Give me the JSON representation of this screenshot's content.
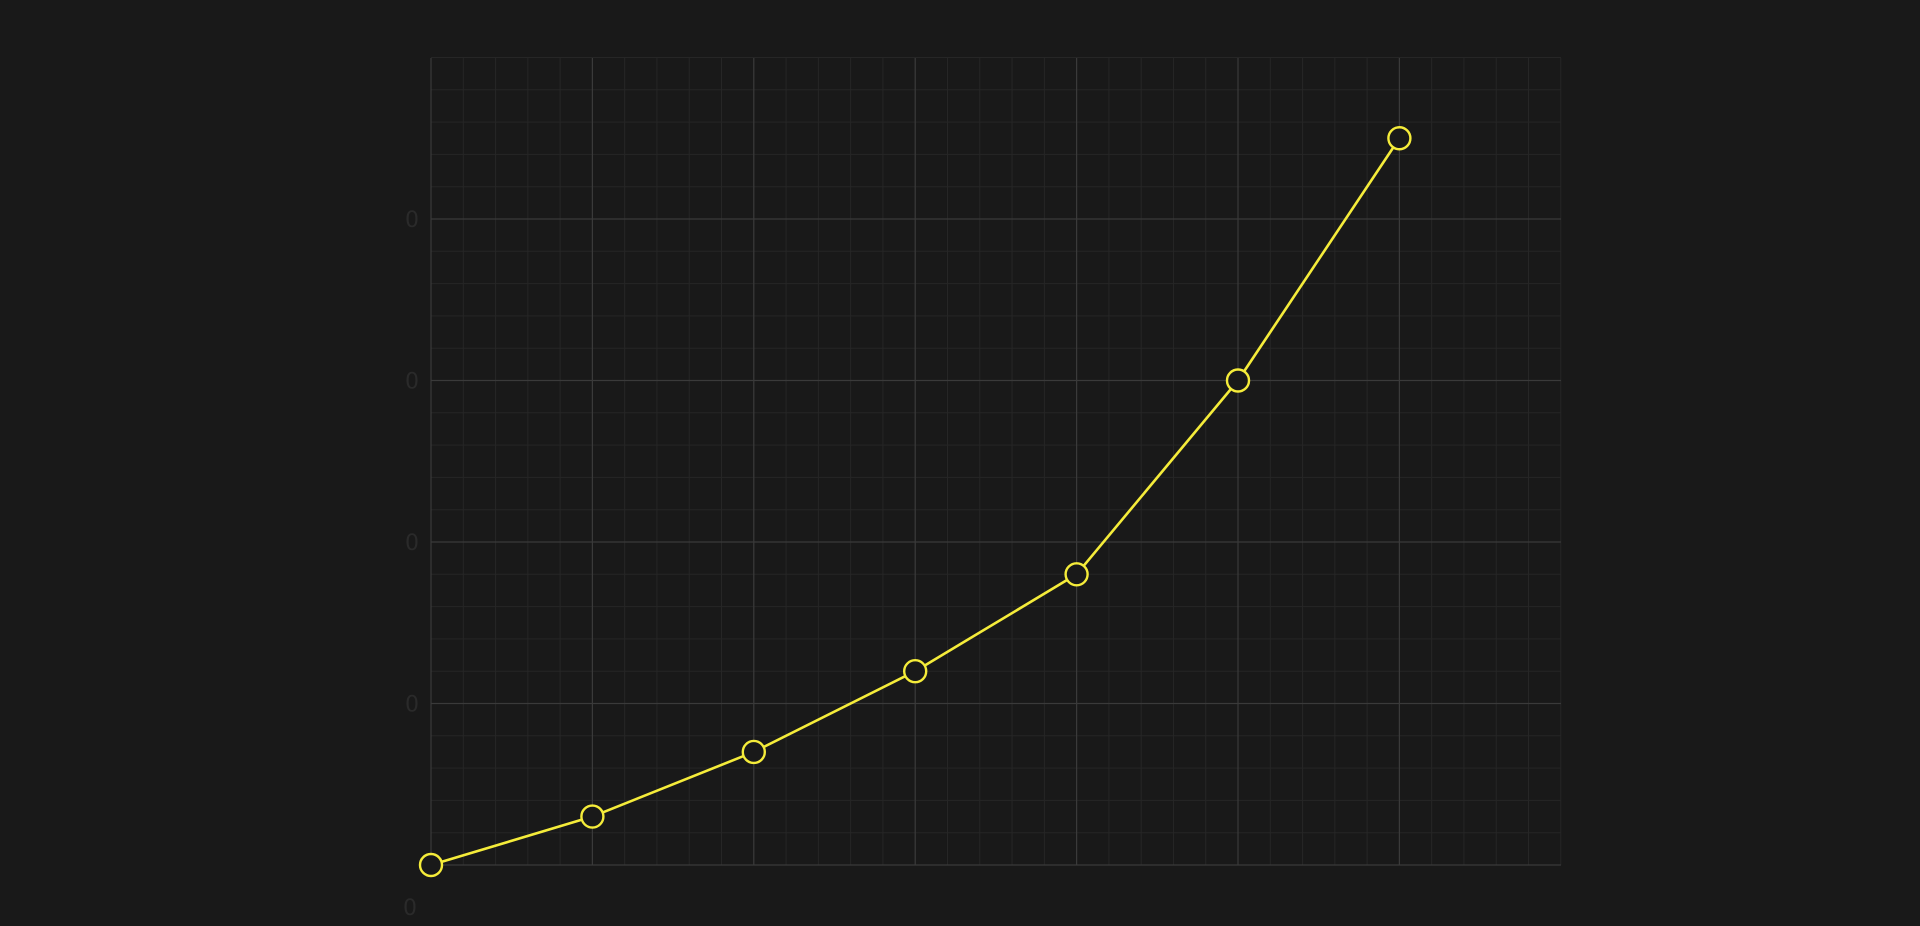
{
  "colors": {
    "background": "#191919",
    "grid_major": "#3a3a3a",
    "grid_minor": "#262626",
    "line": "#f5ec3a",
    "marker_fill": "#191919",
    "tick_label": "#2a2a2a"
  },
  "chart_data": {
    "type": "line",
    "x": [
      0,
      1,
      2,
      3,
      4,
      5,
      6
    ],
    "series": [
      {
        "values": [
          0,
          3,
          7,
          12,
          18,
          30,
          45
        ]
      }
    ],
    "xlim": [
      0,
      7
    ],
    "ylim": [
      0,
      50
    ],
    "x_major_step": 1,
    "y_major_step": 10,
    "x_minor_per_major": 5,
    "y_minor_per_major": 5,
    "y_tick_labels": [
      "0",
      "0",
      "0",
      "0"
    ],
    "x_tick_labels": [
      "0"
    ],
    "grid": true,
    "markers": "hollow-circle"
  }
}
